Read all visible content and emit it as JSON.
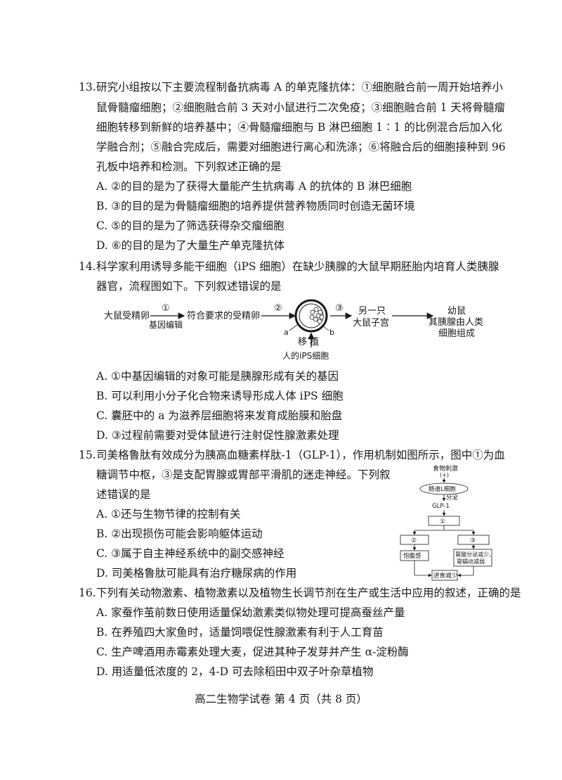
{
  "q13": {
    "num": "13.",
    "stem": [
      "研究小组按以下主要流程制备抗病毒 A 的单克隆抗体：①细胞融合前一周开始培养小",
      "鼠骨髓瘤细胞；②细胞融合前 3 天对小鼠进行二次免疫；③细胞融合前 1 天将骨髓瘤",
      "细胞转移到新鲜的培养基中；④骨髓瘤细胞与 B 淋巴细胞 1∶1 的比例混合后加入化",
      "学融合剂；⑤融合完成后，需要对细胞进行离心和洗涤；⑥将融合后的细胞接种到 96",
      "孔板中培养和检测。下列叙述正确的是"
    ],
    "options": [
      "A. ②的目的是为了获得大量能产生抗病毒 A 的抗体的 B 淋巴细胞",
      "B. ③的目的是为骨髓瘤细胞的培养提供营养物质同时创造无菌环境",
      "C. ⑤的目的是为了筛选获得杂交瘤细胞",
      "D. ⑥的目的是为了大量生产单克隆抗体"
    ]
  },
  "q14": {
    "num": "14.",
    "stem": [
      "科学家利用诱导多能干细胞（iPS 细胞）在缺少胰腺的大鼠早期胚胎内培育人类胰腺",
      "器官，流程图如下。下列叙述错误的是"
    ],
    "diagram": {
      "node1": "大鼠受精卵",
      "step1": "①",
      "step1_sub": "基因编辑",
      "node2": "符合要求的受精卵",
      "step2": "②",
      "label_a": "a",
      "label_b": "b",
      "transplant": "移 植",
      "ips": "人的iPS细胞",
      "step3": "③",
      "node3_l1": "另一只",
      "node3_l2": "大鼠子宫",
      "node4_l1": "幼鼠",
      "node4_l2": "其胰腺由人类",
      "node4_l3": "细胞组成"
    },
    "options": [
      "A. ①中基因编辑的对象可能是胰腺形成有关的基因",
      "B. 可以利用小分子化合物来诱导形成人体 iPS 细胞",
      "C. 囊胚中的 a 为滋养层细胞将来发育成胎膜和胎盘",
      "D. ③过程前需要对受体鼠进行注射促性腺激素处理"
    ]
  },
  "q15": {
    "num": "15.",
    "stem": [
      "司美格鲁肽有效成分为胰高血糖素样肽-1（GLP-1），作用机制如图所示，图中①为血",
      "糖调节中枢，③是支配胃腺或胃部平滑肌的迷走神经。下列叙",
      "述错误的是"
    ],
    "diagram": {
      "stimulus": "食物刺激",
      "plus": "(+)",
      "cell": "肠道L细胞",
      "secrete": "分泌",
      "glp": "GLP-1",
      "box1": "①",
      "box2": "②",
      "box3": "③",
      "full": "饱腹感",
      "gastric_l1": "胃酸分泌减少、",
      "gastric_l2": "胃蠕动减弱",
      "intake": "进食减少"
    },
    "options": [
      "A. ①还与生物节律的控制有关",
      "B. ②出现损伤可能会影响躯体运动",
      "C. ③属于自主神经系统中的副交感神经",
      "D. 司美格鲁肽可能具有治疗糖尿病的作用"
    ]
  },
  "q16": {
    "num": "16.",
    "stem": [
      "下列有关动物激素、植物激素以及植物生长调节剂在生产或生活中应用的叙述，正确的是"
    ],
    "options": [
      "A. 家蚕作茧前数日使用适量保幼激素类似物处理可提高蚕丝产量",
      "B. 在养殖四大家鱼时，适量饲喂促性腺激素有利于人工育苗",
      "C. 生产啤酒用赤霉素处理大麦，促进其种子发芽并产生 α-淀粉酶",
      "D. 用适量低浓度的 2，4-D 可去除稻田中双子叶杂草植物"
    ]
  },
  "footer": "高二生物学试卷   第 4 页（共 8 页）"
}
